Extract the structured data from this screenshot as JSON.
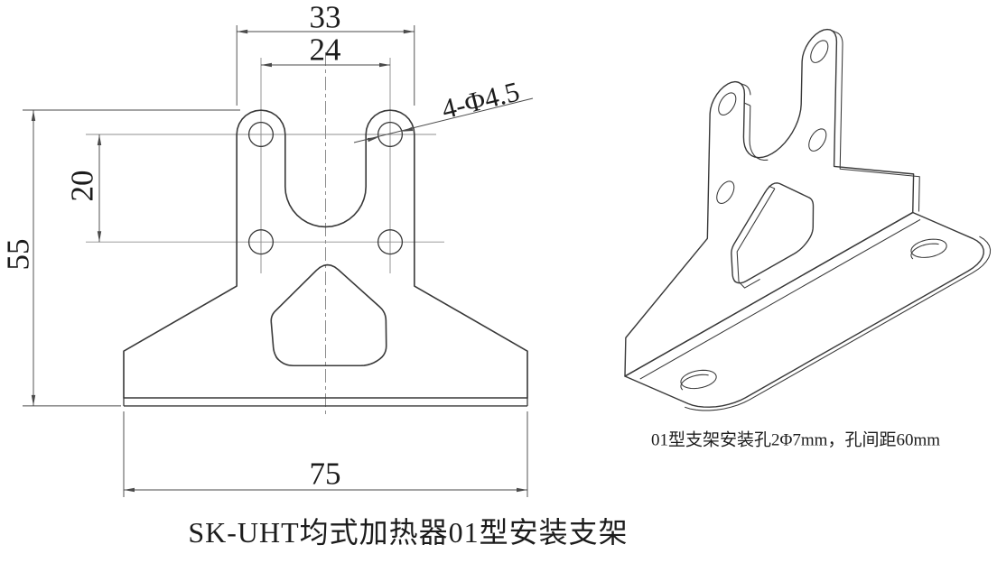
{
  "title": "SK-UHT均式加热器01型安装支架",
  "caption": "01型支架安装孔2Φ7mm，孔间距60mm",
  "dimensions": {
    "top_width": "33",
    "hole_pitch_h": "24",
    "hole_pitch_v": "20",
    "height": "55",
    "base_width": "75",
    "hole_note": "4-Φ4.5"
  },
  "geometry": {
    "part_width_mm": 75,
    "part_height_mm": 55,
    "top_width_mm": 33,
    "hole_pitch_h_mm": 24,
    "hole_pitch_v_mm": 20,
    "hole_dia_mm": 4.5,
    "base_hole_dia_mm": 7,
    "base_hole_pitch_mm": 60
  },
  "colors": {
    "background": "#ffffff",
    "outline": "#383838",
    "thin": "#4a4a4a",
    "centerline": "#8f8f8f",
    "text": "#1c1c1c"
  }
}
